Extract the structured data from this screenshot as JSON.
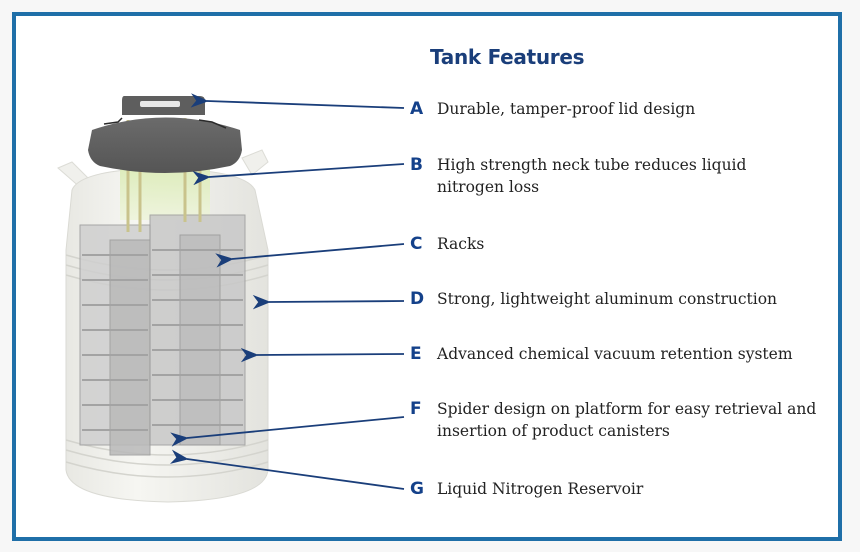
{
  "title": "Tank Features",
  "colors": {
    "border": "#1f6fa8",
    "title": "#1a3e7a",
    "letters": "#14418a",
    "arrows": "#1a3e7a"
  },
  "features": [
    {
      "letter": "A",
      "text": "Durable, tamper-proof lid design"
    },
    {
      "letter": "B",
      "text": "High strength neck tube reduces liquid nitrogen loss"
    },
    {
      "letter": "C",
      "text": "Racks"
    },
    {
      "letter": "D",
      "text": "Strong, lightweight aluminum construction"
    },
    {
      "letter": "E",
      "text": "Advanced chemical vacuum retention system"
    },
    {
      "letter": "F",
      "text": "Spider design on platform for easy retrieval and insertion of product canisters"
    },
    {
      "letter": "G",
      "text": "Liquid Nitrogen Reservoir"
    }
  ],
  "illustration": {
    "subject": "liquid nitrogen storage tank (cutaway)"
  }
}
